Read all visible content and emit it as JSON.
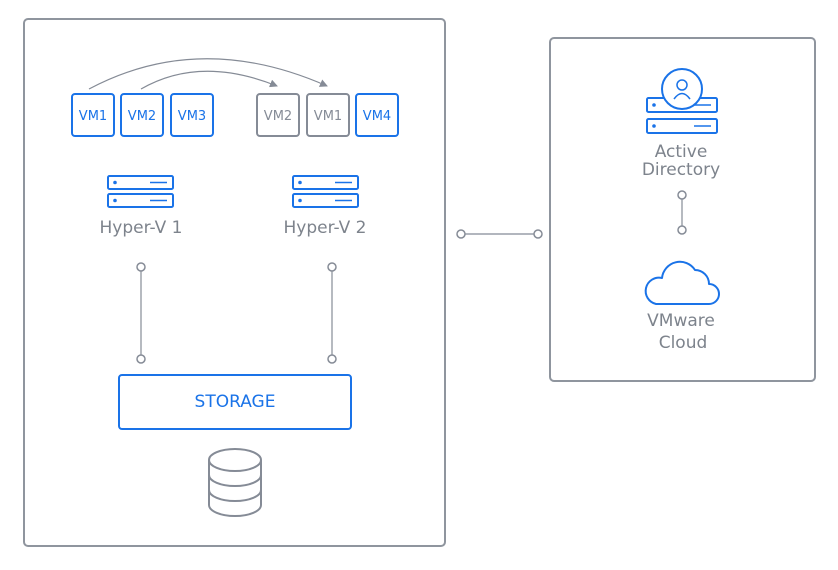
{
  "colors": {
    "blue": "#1a73e8",
    "gray": "#858b96",
    "border": "#8f959e",
    "light_text": "#7d838c"
  },
  "left_panel": {
    "vms_host1": [
      "VM1",
      "VM2",
      "VM3"
    ],
    "vms_host2": [
      "VM2",
      "VM1",
      "VM4"
    ],
    "host1_label": "Hyper-V 1",
    "host2_label": "Hyper-V 2",
    "storage_label": "STORAGE"
  },
  "right_panel": {
    "ad_label_line1": "Active",
    "ad_label_line2": "Directory",
    "cloud_label_line1": "VMware",
    "cloud_label_line2": "Cloud"
  },
  "icons": [
    "server-icon",
    "database-icon",
    "user-icon",
    "cloud-icon"
  ]
}
